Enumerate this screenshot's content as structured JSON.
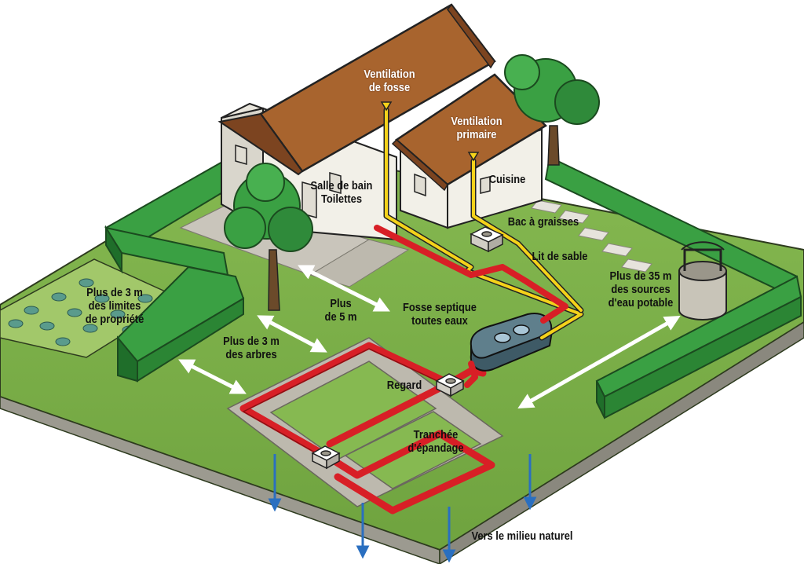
{
  "labels": {
    "ventilation_fosse": [
      "Ventilation",
      "de fosse"
    ],
    "ventilation_primaire": [
      "Ventilation",
      "primaire"
    ],
    "salle_de_bain": [
      "Salle de bain",
      "Toilettes"
    ],
    "cuisine": "Cuisine",
    "bac_a_graisses": "Bac à graisses",
    "lit_de_sable": "Lit de sable",
    "plus_35m": [
      "Plus de 35 m",
      "des sources",
      "d'eau potable"
    ],
    "plus_3m_limites": [
      "Plus de 3 m",
      "des limites",
      "de propriété"
    ],
    "plus_5m": [
      "Plus",
      "de 5 m"
    ],
    "fosse_septique": [
      "Fosse septique",
      "toutes eaux"
    ],
    "plus_3m_arbres": [
      "Plus de 3 m",
      "des arbres"
    ],
    "regard": "Regard",
    "tranchee": [
      "Tranchée",
      "d'épandage"
    ],
    "vers_milieu": "Vers le milieu naturel"
  },
  "colors": {
    "grass": "#7fb24a",
    "grass_dark": "#5e8f34",
    "hedge": "#2f8a3a",
    "roof": "#a8642e",
    "wall": "#f2f0e8",
    "pipe_red": "#d81f26",
    "pipe_yellow": "#f4d21a",
    "arrow_blue": "#2a6fc0",
    "gravel": "#d9d9d2"
  }
}
